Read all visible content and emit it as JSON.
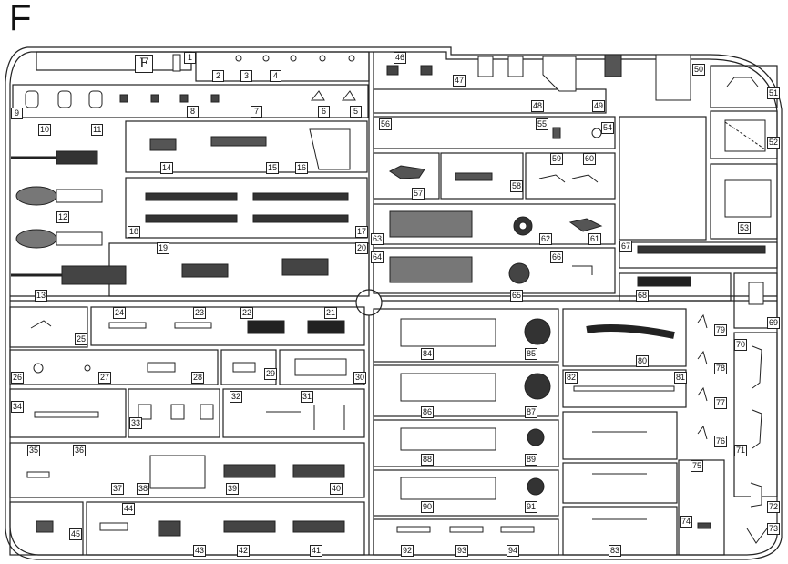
{
  "sheet": {
    "letter": "F",
    "tag": "F",
    "colors": {
      "line": "#222222",
      "fill": "#ffffff",
      "dark": "#1a1a1a",
      "gray": "#888888"
    }
  },
  "labels": [
    "1",
    "2",
    "3",
    "4",
    "5",
    "6",
    "7",
    "8",
    "9",
    "10",
    "11",
    "12",
    "13",
    "14",
    "15",
    "16",
    "17",
    "18",
    "19",
    "20",
    "21",
    "22",
    "23",
    "24",
    "25",
    "26",
    "27",
    "28",
    "29",
    "30",
    "31",
    "32",
    "33",
    "34",
    "35",
    "36",
    "37",
    "38",
    "39",
    "40",
    "41",
    "42",
    "43",
    "44",
    "45",
    "46",
    "47",
    "48",
    "49",
    "50",
    "51",
    "52",
    "53",
    "54",
    "55",
    "56",
    "57",
    "58",
    "59",
    "60",
    "61",
    "62",
    "63",
    "64",
    "65",
    "66",
    "67",
    "68",
    "69",
    "70",
    "71",
    "72",
    "73",
    "74",
    "75",
    "76",
    "77",
    "78",
    "79",
    "80",
    "81",
    "82",
    "83",
    "84",
    "85",
    "86",
    "87",
    "88",
    "89",
    "90",
    "91",
    "92",
    "93",
    "94"
  ]
}
